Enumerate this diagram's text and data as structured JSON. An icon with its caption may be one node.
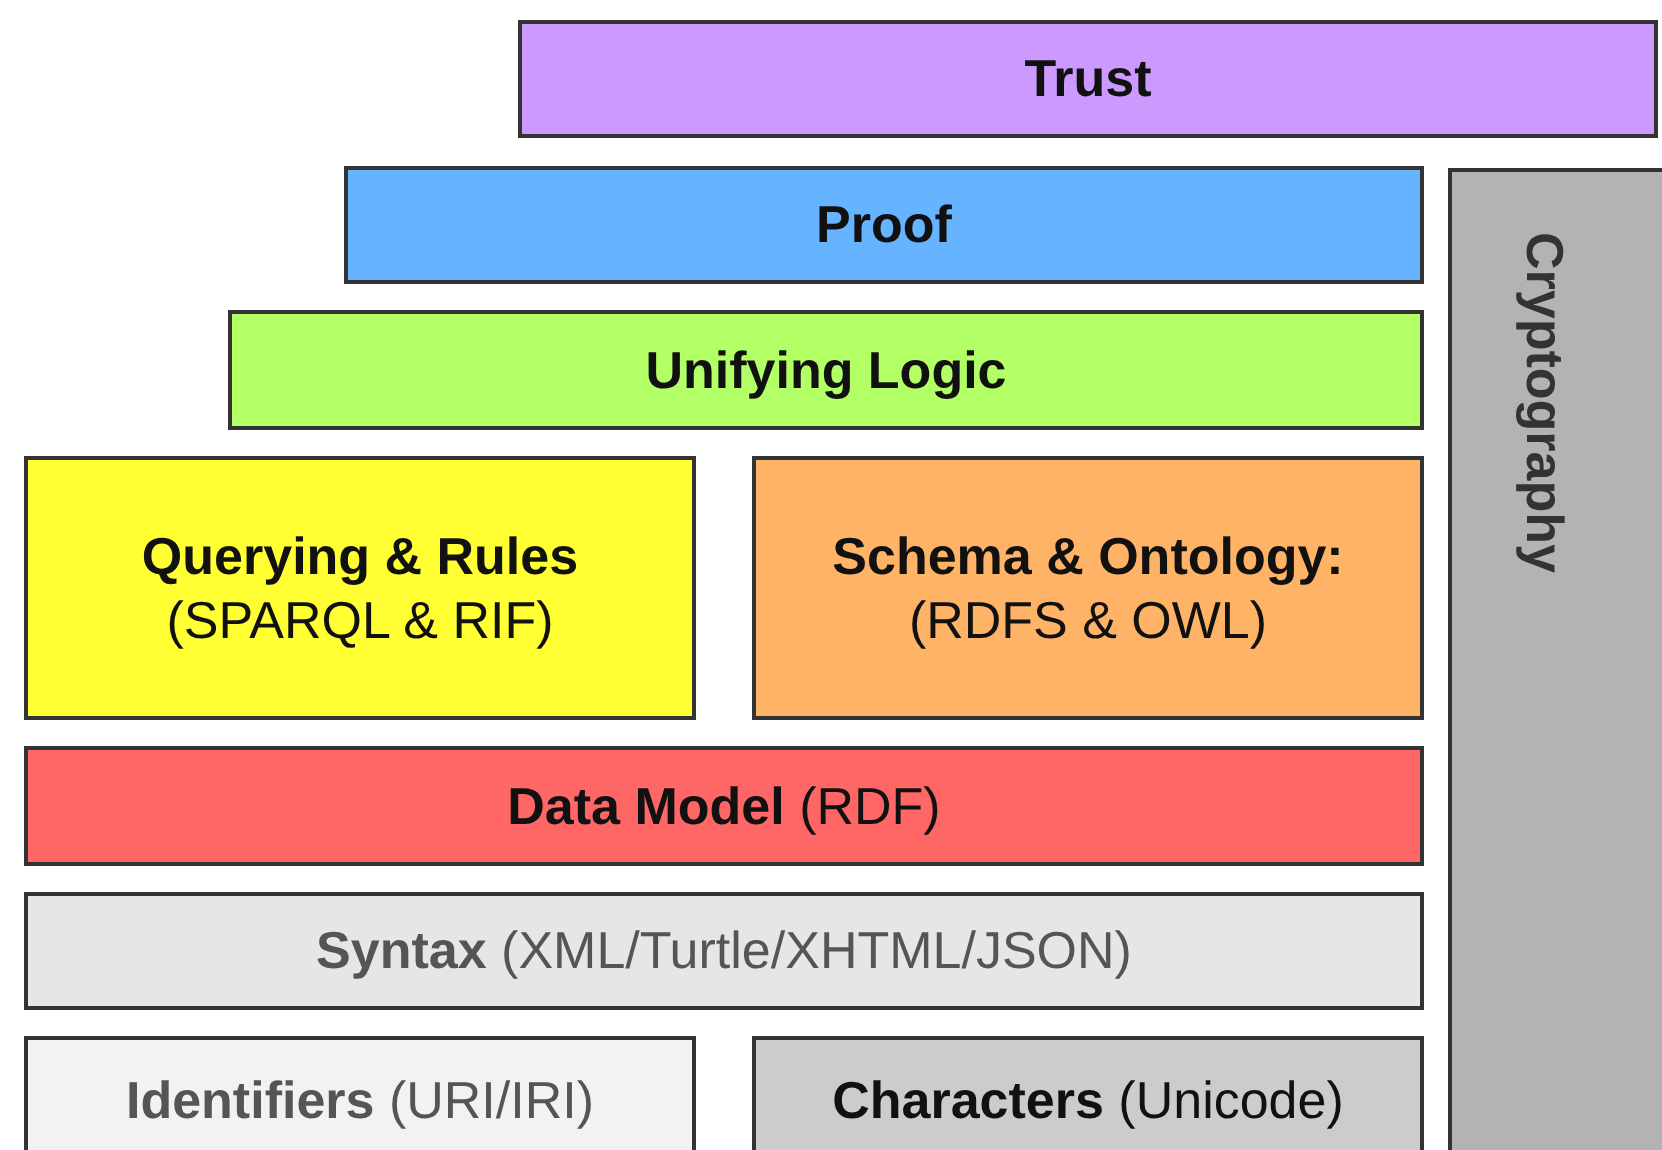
{
  "diagram": {
    "nodes": [
      {
        "text": [
          "Trust"
        ]
      },
      {
        "text": [
          "Proof"
        ]
      },
      {
        "text": [
          "Unifying Logic"
        ]
      },
      {
        "text": [
          "Querying & Rules",
          "(SPARQL & RIF)"
        ]
      },
      {
        "text": [
          "Schema & Ontology:",
          "(RDFS & OWL)"
        ]
      },
      {
        "text": [
          "**Data Model** (RDF)"
        ]
      },
      {
        "text": [
          "**Syntax** (XML/Turtle/XHTML/JSON)"
        ]
      },
      {
        "text": [
          "**Identifiers** (URI/IRI)"
        ]
      },
      {
        "text": [
          "**Characters** (Unicode)"
        ]
      },
      {
        "text": [
          "Cryptography"
        ]
      }
    ]
  }
}
